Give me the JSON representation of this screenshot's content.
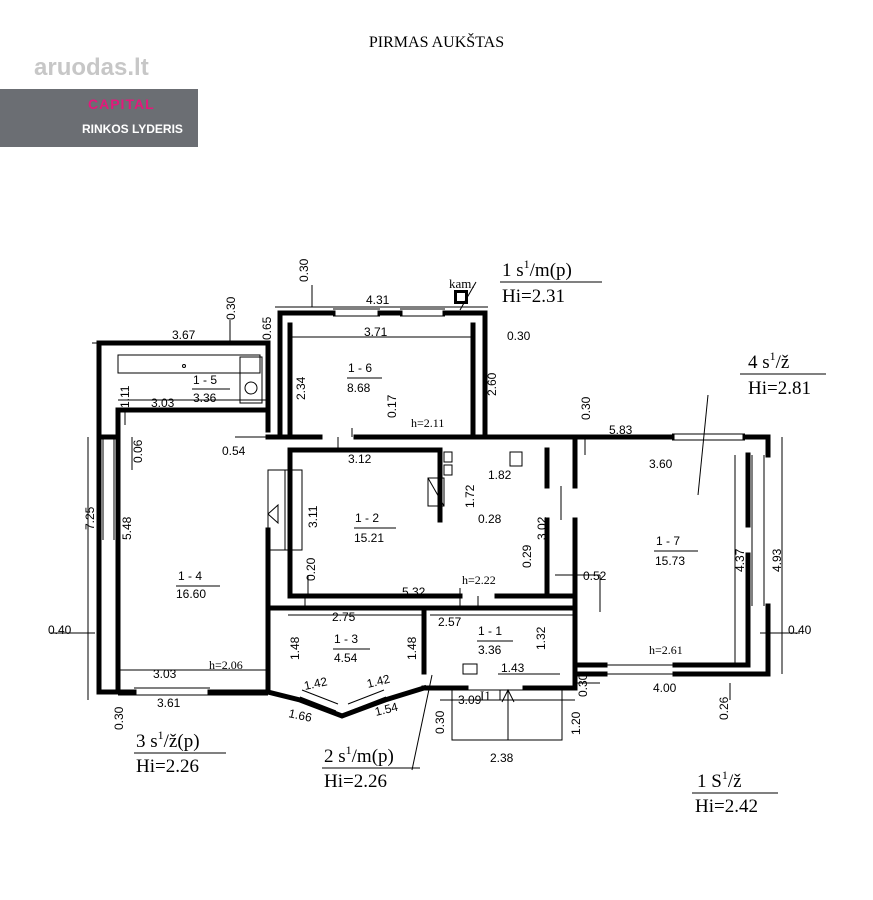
{
  "title": "PIRMAS AUKŠTAS",
  "watermark": "aruodas.lt",
  "logo": {
    "brand": "CAPITAL",
    "tagline": "RINKOS LYDERIS"
  },
  "rooms": [
    {
      "id": "1 - 1",
      "area": "3.36"
    },
    {
      "id": "1 - 2",
      "area": "15.21"
    },
    {
      "id": "1 - 3",
      "area": "4.54"
    },
    {
      "id": "1 - 4",
      "area": "16.60"
    },
    {
      "id": "1 - 5",
      "area": "3.36"
    },
    {
      "id": "1 - 6",
      "area": "8.68"
    },
    {
      "id": "1 - 7",
      "area": "15.73"
    }
  ],
  "heights": [
    "h=2.11",
    "h=2.22",
    "h=2.06",
    "h=2.61"
  ],
  "annotations": {
    "kam": "kam.",
    "s1": {
      "label": "1  s",
      "sup": "1",
      "suffix": "/m(p)",
      "hi": "Hi=2.31"
    },
    "s2": {
      "label": "2  s",
      "sup": "1",
      "suffix": "/m(p)",
      "hi": "Hi=2.26"
    },
    "s3": {
      "label": "3  s",
      "sup": "1",
      "suffix": "/ž(p)",
      "hi": "Hi=2.26"
    },
    "s4": {
      "label": "4  s",
      "sup": "1",
      "suffix": "/ž",
      "hi": "Hi=2.81"
    },
    "S1": {
      "label": "1  S",
      "sup": "1",
      "suffix": "/ž",
      "hi": "Hi=2.42"
    },
    "porch": "I1"
  },
  "dimensions": [
    "4.31",
    "0.30",
    "3.71",
    "0.65",
    "0.30",
    "3.67",
    "1.11",
    "3.03",
    "0.06",
    "2.34",
    "0.17",
    "2.60",
    "0.30",
    "0.54",
    "3.12",
    "1.82",
    "1.72",
    "0.28",
    "3.11",
    "3.02",
    "0.29",
    "0.20",
    "5.32",
    "2.75",
    "2.57",
    "1.32",
    "1.48",
    "1.48",
    "1.42",
    "1.42",
    "1.66",
    "1.54",
    "1.43",
    "3.09",
    "0.30",
    "1.20",
    "2.38",
    "7.25",
    "5.48",
    "0.40",
    "3.03",
    "3.61",
    "0.30",
    "5.83",
    "3.60",
    "0.30",
    "0.52",
    "4.37",
    "4.93",
    "0.40",
    "4.00",
    "0.30",
    "0.26"
  ]
}
